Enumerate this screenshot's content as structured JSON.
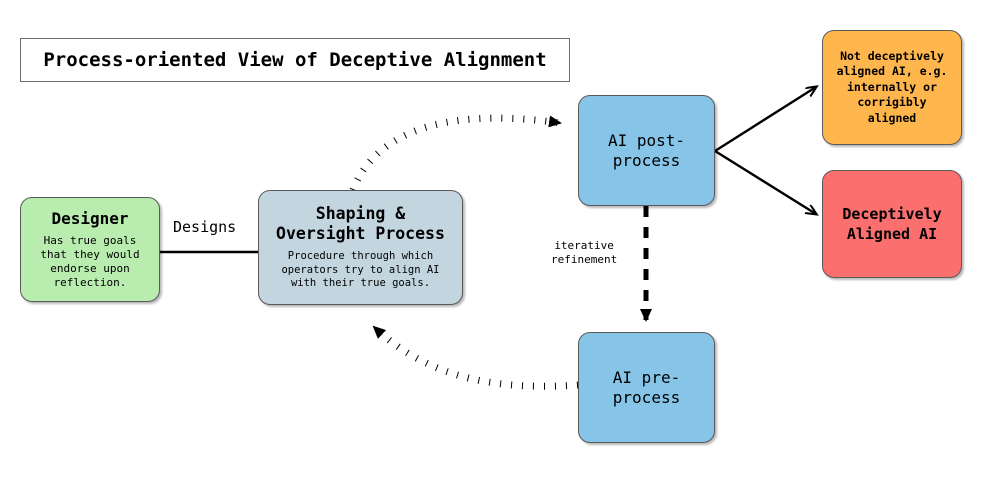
{
  "title": {
    "text": "Process-oriented View of Deceptive Alignment"
  },
  "nodes": {
    "designer": {
      "name": "Designer",
      "description": "Has true goals that they would endorse upon reflection.",
      "color": "#b9edb0"
    },
    "shaping": {
      "name": "Shaping & Oversight Process",
      "description": "Procedure through which operators try to align AI with their true goals.",
      "color": "#c3d6e0"
    },
    "post_process": {
      "name": "AI post-process",
      "color": "#86c5e8"
    },
    "pre_process": {
      "name": "AI pre-process",
      "color": "#86c5e8"
    },
    "not_deceptive": {
      "name": "Not deceptively aligned AI, e.g. internally or corrigibly aligned",
      "color": "#ffb74d"
    },
    "deceptive": {
      "name": "Deceptively Aligned AI",
      "color": "#fc6f6f"
    }
  },
  "edges": {
    "designs_label": "Designs",
    "iterative_label": "iterative\nrefinement"
  },
  "style": {
    "background": "#ffffff",
    "stroke": "#000000",
    "box_border": "#595959",
    "title_border": "#6b6b6b"
  }
}
